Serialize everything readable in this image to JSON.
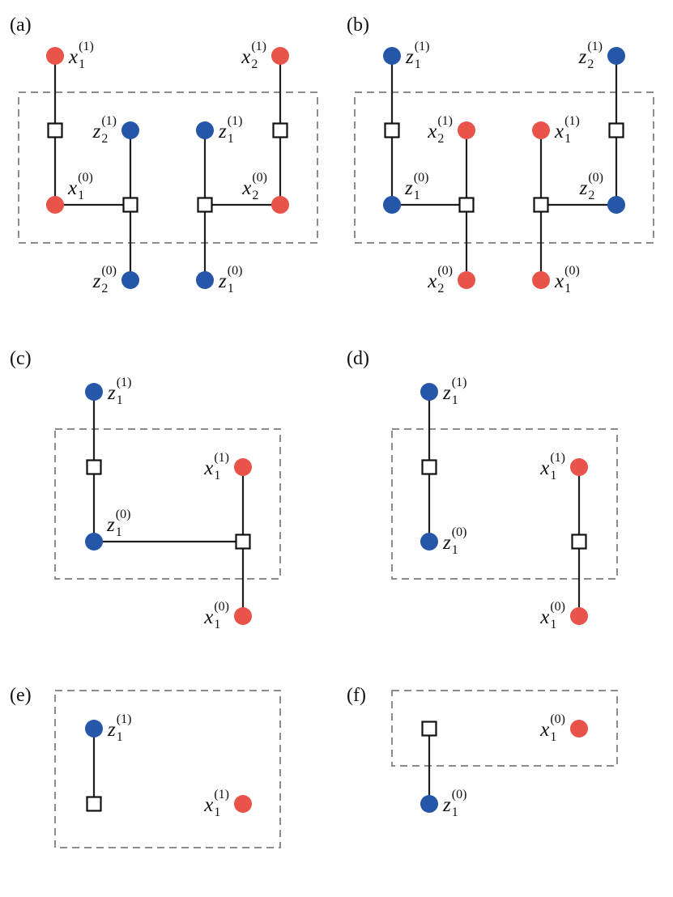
{
  "colors": {
    "x_node": "#e8534a",
    "z_node": "#2656a8",
    "edge": "#1e1e1e",
    "box": "#8c8c8c",
    "factor_fill": "#ffffff"
  },
  "panels": [
    {
      "label": "(a)",
      "nodes": [
        {
          "id": "a1",
          "kind": "x",
          "var": "x",
          "sub": "1",
          "sup": "(1)"
        },
        {
          "id": "a2",
          "kind": "x",
          "var": "x",
          "sub": "2",
          "sup": "(1)"
        },
        {
          "id": "a3",
          "kind": "z",
          "var": "z",
          "sub": "2",
          "sup": "(1)"
        },
        {
          "id": "a4",
          "kind": "z",
          "var": "z",
          "sub": "1",
          "sup": "(1)"
        },
        {
          "id": "a5",
          "kind": "x",
          "var": "x",
          "sub": "1",
          "sup": "(0)"
        },
        {
          "id": "a6",
          "kind": "x",
          "var": "x",
          "sub": "2",
          "sup": "(0)"
        },
        {
          "id": "a7",
          "kind": "z",
          "var": "z",
          "sub": "2",
          "sup": "(0)"
        },
        {
          "id": "a8",
          "kind": "z",
          "var": "z",
          "sub": "1",
          "sup": "(0)"
        }
      ]
    },
    {
      "label": "(b)",
      "nodes": [
        {
          "id": "b1",
          "kind": "z",
          "var": "z",
          "sub": "1",
          "sup": "(1)"
        },
        {
          "id": "b2",
          "kind": "z",
          "var": "z",
          "sub": "2",
          "sup": "(1)"
        },
        {
          "id": "b3",
          "kind": "x",
          "var": "x",
          "sub": "2",
          "sup": "(1)"
        },
        {
          "id": "b4",
          "kind": "x",
          "var": "x",
          "sub": "1",
          "sup": "(1)"
        },
        {
          "id": "b5",
          "kind": "z",
          "var": "z",
          "sub": "1",
          "sup": "(0)"
        },
        {
          "id": "b6",
          "kind": "z",
          "var": "z",
          "sub": "2",
          "sup": "(0)"
        },
        {
          "id": "b7",
          "kind": "x",
          "var": "x",
          "sub": "2",
          "sup": "(0)"
        },
        {
          "id": "b8",
          "kind": "x",
          "var": "x",
          "sub": "1",
          "sup": "(0)"
        }
      ]
    },
    {
      "label": "(c)",
      "nodes": [
        {
          "id": "c1",
          "kind": "z",
          "var": "z",
          "sub": "1",
          "sup": "(1)"
        },
        {
          "id": "c2",
          "kind": "x",
          "var": "x",
          "sub": "1",
          "sup": "(1)"
        },
        {
          "id": "c3",
          "kind": "z",
          "var": "z",
          "sub": "1",
          "sup": "(0)"
        },
        {
          "id": "c4",
          "kind": "x",
          "var": "x",
          "sub": "1",
          "sup": "(0)"
        }
      ]
    },
    {
      "label": "(d)",
      "nodes": [
        {
          "id": "d1",
          "kind": "z",
          "var": "z",
          "sub": "1",
          "sup": "(1)"
        },
        {
          "id": "d2",
          "kind": "x",
          "var": "x",
          "sub": "1",
          "sup": "(1)"
        },
        {
          "id": "d3",
          "kind": "z",
          "var": "z",
          "sub": "1",
          "sup": "(0)"
        },
        {
          "id": "d4",
          "kind": "x",
          "var": "x",
          "sub": "1",
          "sup": "(0)"
        }
      ]
    },
    {
      "label": "(e)",
      "nodes": [
        {
          "id": "e1",
          "kind": "z",
          "var": "z",
          "sub": "1",
          "sup": "(1)"
        },
        {
          "id": "e2",
          "kind": "x",
          "var": "x",
          "sub": "1",
          "sup": "(1)"
        }
      ]
    },
    {
      "label": "(f)",
      "nodes": [
        {
          "id": "f1",
          "kind": "x",
          "var": "x",
          "sub": "1",
          "sup": "(0)"
        },
        {
          "id": "f2",
          "kind": "z",
          "var": "z",
          "sub": "1",
          "sup": "(0)"
        }
      ]
    }
  ]
}
